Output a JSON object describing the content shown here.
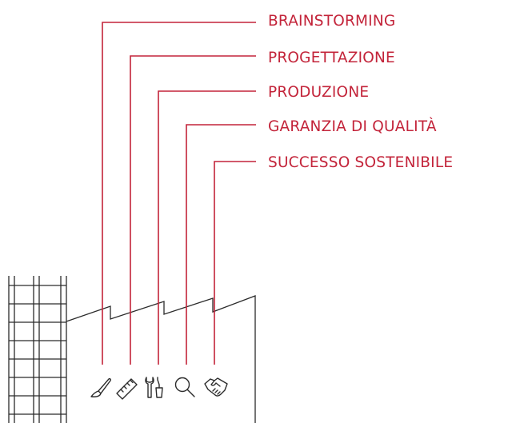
{
  "colors": {
    "accent": "#c3243a",
    "outline": "#2b2b2b",
    "background": "#ffffff"
  },
  "steps": [
    {
      "label": "BRAINSTORMING",
      "icon": "paintbrush-icon"
    },
    {
      "label": "PROGETTAZIONE",
      "icon": "ruler-icon"
    },
    {
      "label": "PRODUZIONE",
      "icon": "tools-icon"
    },
    {
      "label": "GARANZIA DI QUALITÀ",
      "icon": "magnifier-icon"
    },
    {
      "label": "SUCCESSO SOSTENIBILE",
      "icon": "handshake-icon"
    }
  ]
}
